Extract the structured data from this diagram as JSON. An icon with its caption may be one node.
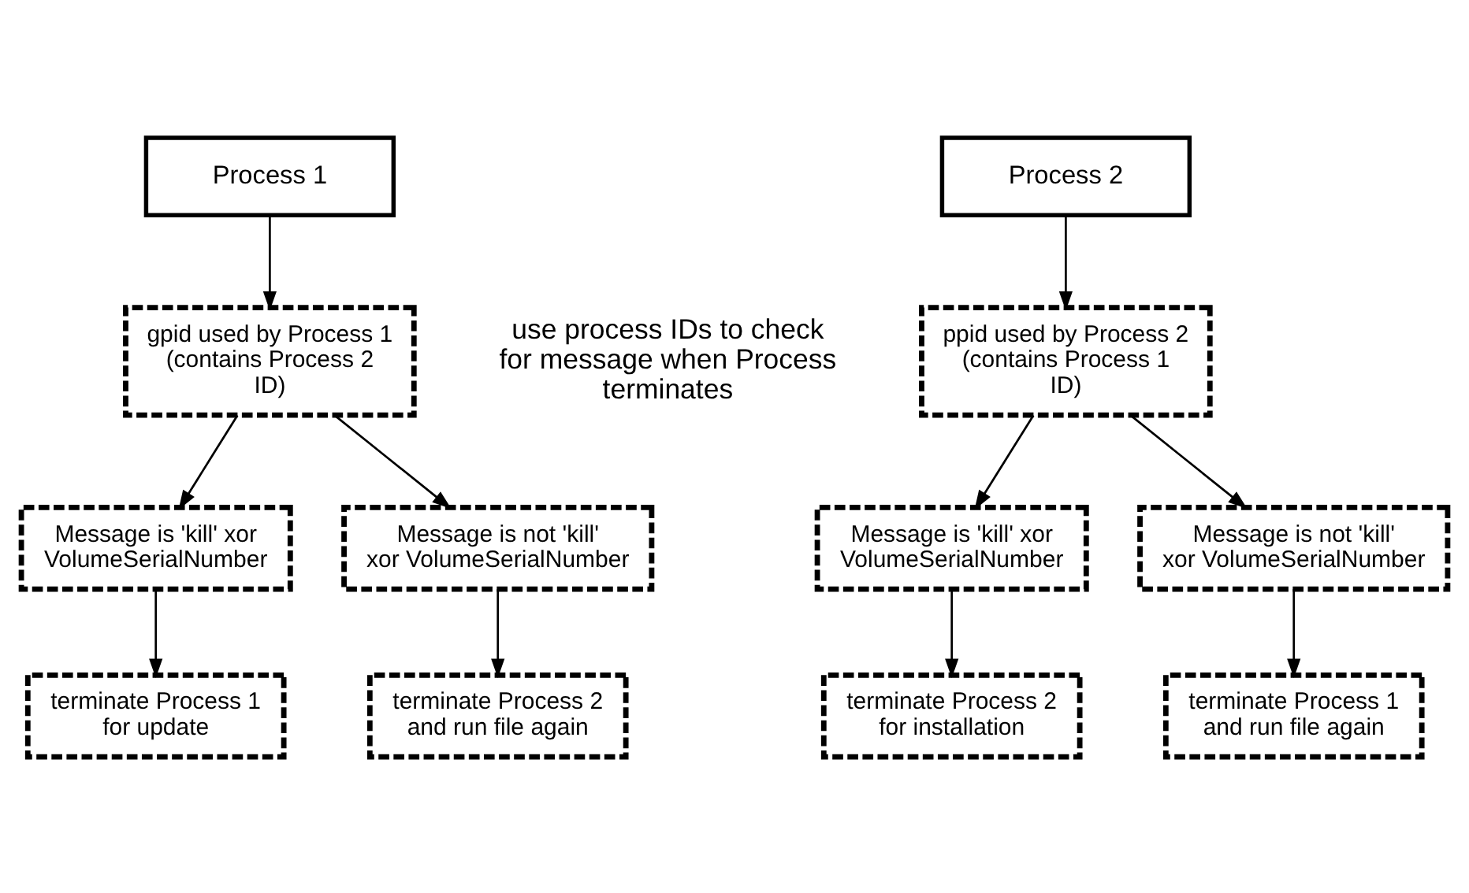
{
  "diagram": {
    "nodes": [
      {
        "text": [
          "Process 1"
        ]
      },
      {
        "text": [
          "gpid used by Process 1 (contains Process 2 ID)"
        ]
      },
      {
        "text": [
          "Message is 'kill' xor VolumeSerialNumber"
        ]
      },
      {
        "text": [
          "Message is not 'kill' xor VolumeSerialNumber"
        ]
      },
      {
        "text": [
          "terminate Process 1 for update"
        ]
      },
      {
        "text": [
          "terminate Process 2 and run file again"
        ]
      },
      {
        "text": [
          "Process 2"
        ]
      },
      {
        "text": [
          "ppid used by Process 2 (contains Process 1 ID)"
        ]
      },
      {
        "text": [
          "Message is 'kill' xor VolumeSerialNumber"
        ]
      },
      {
        "text": [
          "Message is not 'kill' xor VolumeSerialNumber"
        ]
      },
      {
        "text": [
          "terminate Process 2 for installation"
        ]
      },
      {
        "text": [
          "terminate Process 1 and run file again"
        ]
      }
    ],
    "edges": [
      {
        "from": 0,
        "to": 1,
        "arrow": "to"
      },
      {
        "from": 1,
        "to": 2,
        "arrow": "to"
      },
      {
        "from": 1,
        "to": 3,
        "arrow": "to"
      },
      {
        "from": 2,
        "to": 4,
        "arrow": "to"
      },
      {
        "from": 3,
        "to": 5,
        "arrow": "to"
      },
      {
        "from": 6,
        "to": 7,
        "arrow": "to"
      },
      {
        "from": 7,
        "to": 8,
        "arrow": "to"
      },
      {
        "from": 7,
        "to": 9,
        "arrow": "to"
      },
      {
        "from": 8,
        "to": 10,
        "arrow": "to"
      },
      {
        "from": 9,
        "to": 11,
        "arrow": "to"
      }
    ],
    "labels": [
      "use process IDs to check for message when Process terminates"
    ]
  }
}
